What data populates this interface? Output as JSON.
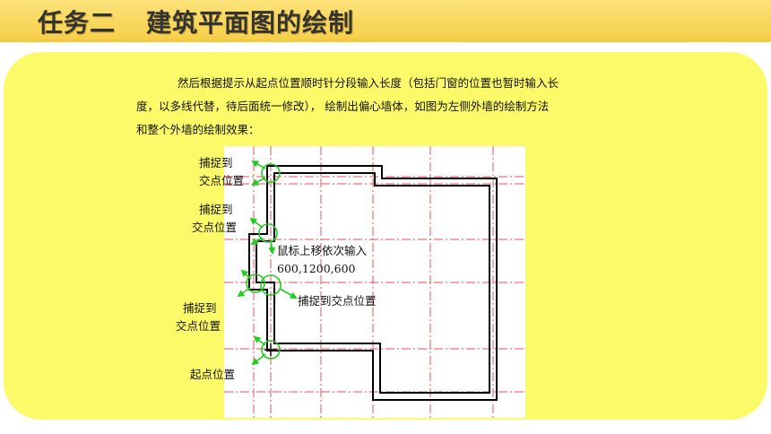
{
  "header": {
    "task": "任务二",
    "topic": "建筑平面图的绘制"
  },
  "paragraph": {
    "line1": "然后根据提示从起点位置顺时针分段输入长度（包括门窗的位置也暂时输入长",
    "line2": "度，以多线代替，待后面统一修改）， 绘制出偏心墙体，如图为左侧外墙的绘制方法",
    "line3": "和整个外墙的绘制效果："
  },
  "annotations": {
    "capture1_l1": "捕捉到",
    "capture1_l2": "交点位置",
    "capture2_l1": "捕捉到",
    "capture2_l2": "交点位置",
    "move_l1": "鼠标上移依次输入",
    "move_l2": "600,1200,600",
    "capture3": "捕捉到交点位置",
    "capture4_l1": "捕捉到",
    "capture4_l2": "交点位置",
    "start": "起点位置"
  },
  "colors": {
    "title_bar": "#f7cf4a",
    "panel": "#fdfa6a",
    "axis_line": "#e8505b",
    "wall": "#000000",
    "marker": "#22cc22"
  }
}
